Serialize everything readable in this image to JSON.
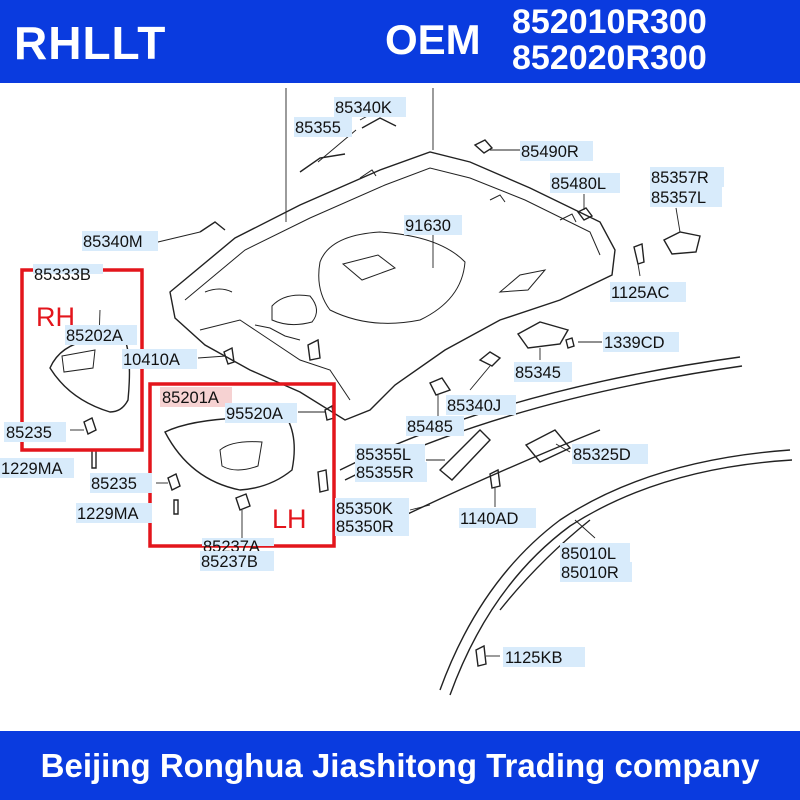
{
  "header": {
    "brand": "RHLLT",
    "oem_label": "OEM",
    "codes": [
      "852010R300",
      "852020R300"
    ]
  },
  "footer": {
    "company": "Beijing Ronghua Jiashitong Trading company"
  },
  "diagram": {
    "box_labels": [
      "RH",
      "LH"
    ],
    "parts": [
      "85340K",
      "85355",
      "85490R",
      "85480L",
      "85357R",
      "85357L",
      "85340M",
      "91630",
      "85333B",
      "1125AC",
      "85202A",
      "10410A",
      "1339CD",
      "85345",
      "85201A",
      "95520A",
      "85340J",
      "85235",
      "85485",
      "1229MA",
      "85325D",
      "85355L",
      "85355R",
      "85235",
      "85350K",
      "85350R",
      "1140AD",
      "1229MA",
      "85010L",
      "85010R",
      "85237A",
      "85237B",
      "1125KB"
    ]
  },
  "colors": {
    "banner": "#0a3bdf",
    "highlight_box": "#e3151c",
    "label_bg": "#d8ebfb"
  }
}
